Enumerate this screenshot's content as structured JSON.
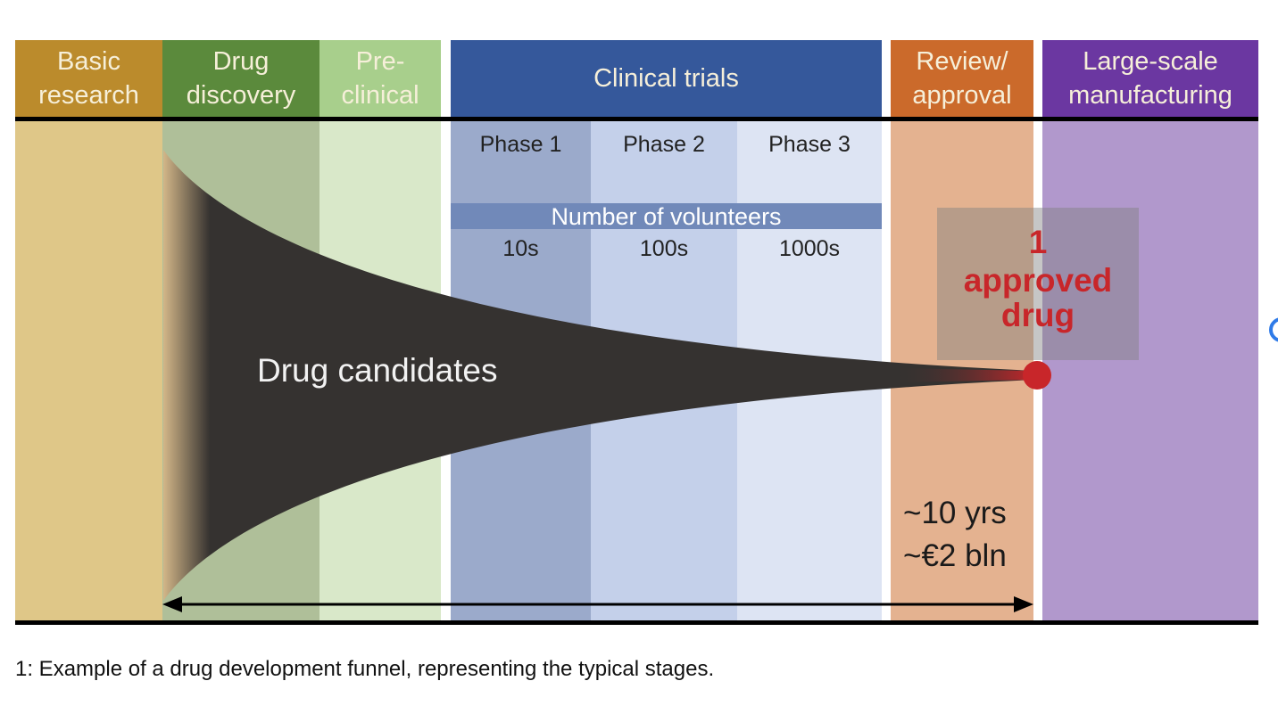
{
  "stages": [
    {
      "label": "Basic research",
      "line1": "Basic",
      "line2": "research",
      "header_color": "#bb8b2c",
      "body_color": "#dfc788"
    },
    {
      "label": "Drug discovery",
      "line1": "Drug",
      "line2": "discovery",
      "header_color": "#5b8a3c",
      "body_color": "#afbf99"
    },
    {
      "label": "Pre-clinical",
      "line1": "Pre-",
      "line2": "clinical",
      "header_color": "#a8cf8c",
      "body_color": "#d9e8c9"
    },
    {
      "label": "Clinical trials",
      "line1": "Clinical trials",
      "header_color": "#35589b"
    },
    {
      "label": "Review/approval",
      "line1": "Review/",
      "line2": "approval",
      "header_color": "#cb6a2b",
      "body_color": "#e4b290"
    },
    {
      "label": "Large-scale manufacturing",
      "line1": "Large-scale",
      "line2": "manufacturing",
      "header_color": "#6b37a1",
      "body_color": "#b198cc"
    }
  ],
  "phases": [
    {
      "label": "Phase 1",
      "volunteers": "10s",
      "color": "#9baacb"
    },
    {
      "label": "Phase 2",
      "volunteers": "100s",
      "color": "#c4d0ea"
    },
    {
      "label": "Phase 3",
      "volunteers": "1000s",
      "color": "#dde4f3"
    }
  ],
  "volunteers_label": "Number of volunteers",
  "funnel_label": "Drug candidates",
  "outcome": {
    "line1": "1",
    "line2": "approved",
    "line3": "drug",
    "color": "#c8262a"
  },
  "duration": "~10 yrs",
  "cost": "~€2 bln",
  "caption": "1: Example of a drug development funnel, representing the typical stages."
}
